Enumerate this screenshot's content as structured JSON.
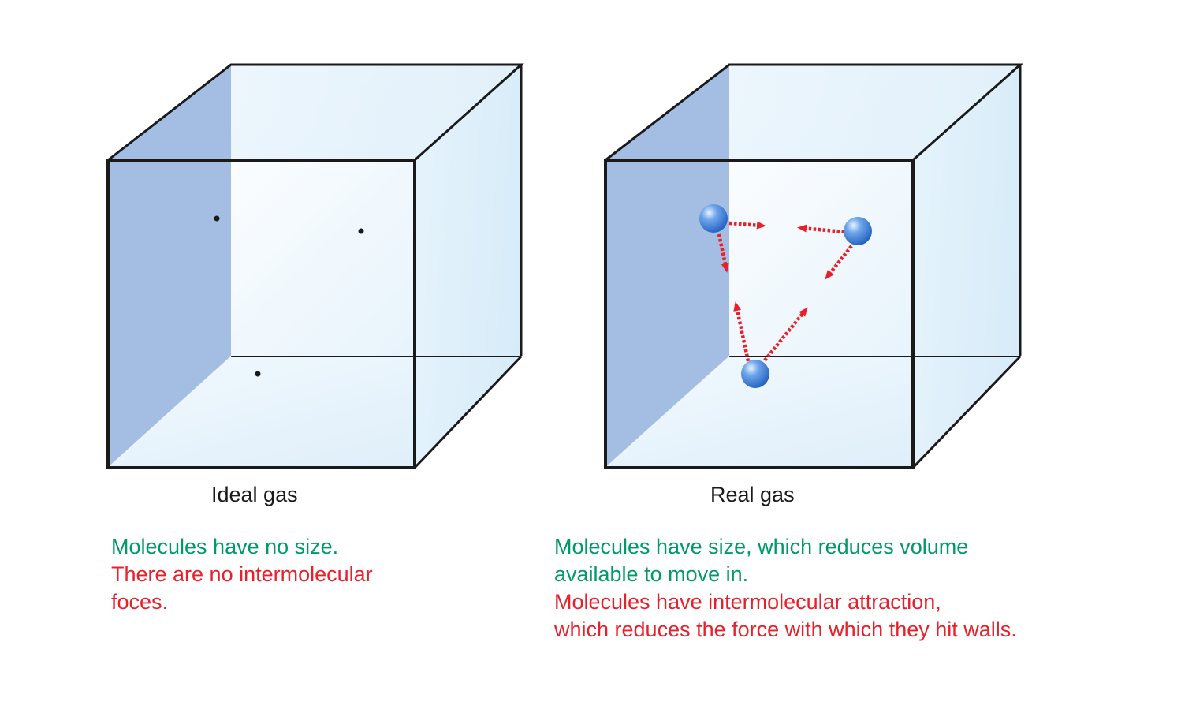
{
  "panels": {
    "ideal": {
      "label": "Ideal gas",
      "lines": [
        {
          "text": "Molecules have no size.",
          "tone": "green"
        },
        {
          "text": "There are no intermolecular",
          "tone": "red"
        },
        {
          "text": "foces.",
          "tone": "red"
        }
      ]
    },
    "real": {
      "label": "Real gas",
      "lines": [
        {
          "text": "Molecules have size, which reduces volume",
          "tone": "green"
        },
        {
          "text": "available to move in.",
          "tone": "green"
        },
        {
          "text": "Molecules have intermolecular attraction,",
          "tone": "red"
        },
        {
          "text": "which reduces the force with which they hit walls.",
          "tone": "red"
        }
      ]
    }
  },
  "colors": {
    "green_text": "#009a6a",
    "red_text": "#e8202a",
    "arrow": "#e8202a",
    "left_wall": "#a3bde3",
    "molecule": "#3f7fd8"
  }
}
